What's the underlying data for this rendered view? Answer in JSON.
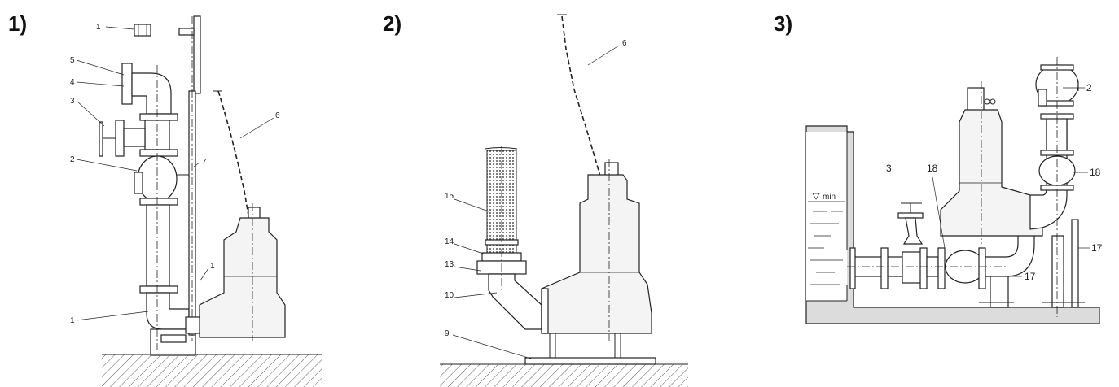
{
  "figure": {
    "panels": [
      {
        "number": "1)",
        "labels": [
          "1",
          "5",
          "4",
          "3",
          "2",
          "7",
          "6",
          "1",
          "1"
        ]
      },
      {
        "number": "2)",
        "labels": [
          "6",
          "15",
          "14",
          "13",
          "10",
          "9"
        ]
      },
      {
        "number": "3)",
        "labels": [
          "3",
          "18",
          "2",
          "18",
          "17",
          "17"
        ],
        "level_label": "min"
      }
    ]
  }
}
